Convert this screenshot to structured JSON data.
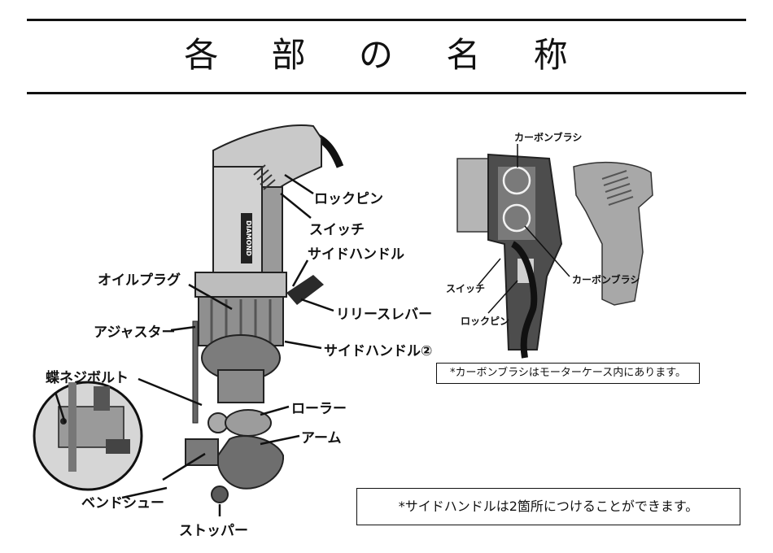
{
  "title": "各 部 の 名 称",
  "main_labels": {
    "lock_pin": "ロックピン",
    "switch": "スイッチ",
    "side_handle": "サイドハンドル",
    "oil_plug": "オイルプラグ",
    "release_lever": "リリースレバー",
    "adjuster": "アジャスター",
    "side_handle_2": "サイドハンドル②",
    "butterfly_bolt": "蝶ネジボルト",
    "roller": "ローラー",
    "arm": "アーム",
    "bend_shoe": "ベンドシュー",
    "stopper": "ストッパー"
  },
  "detail_labels": {
    "carbon_brush_top": "カーボンブラシ",
    "carbon_brush_right": "カーボンブラシ",
    "switch": "スイッチ",
    "lock_pin": "ロックピン"
  },
  "brand_text": "DIAMOND",
  "notes": {
    "carbon_brush": "*カーボンブラシはモーターケース内にあります。",
    "side_handle": "*サイドハンドルは2箇所につけることができます。"
  }
}
